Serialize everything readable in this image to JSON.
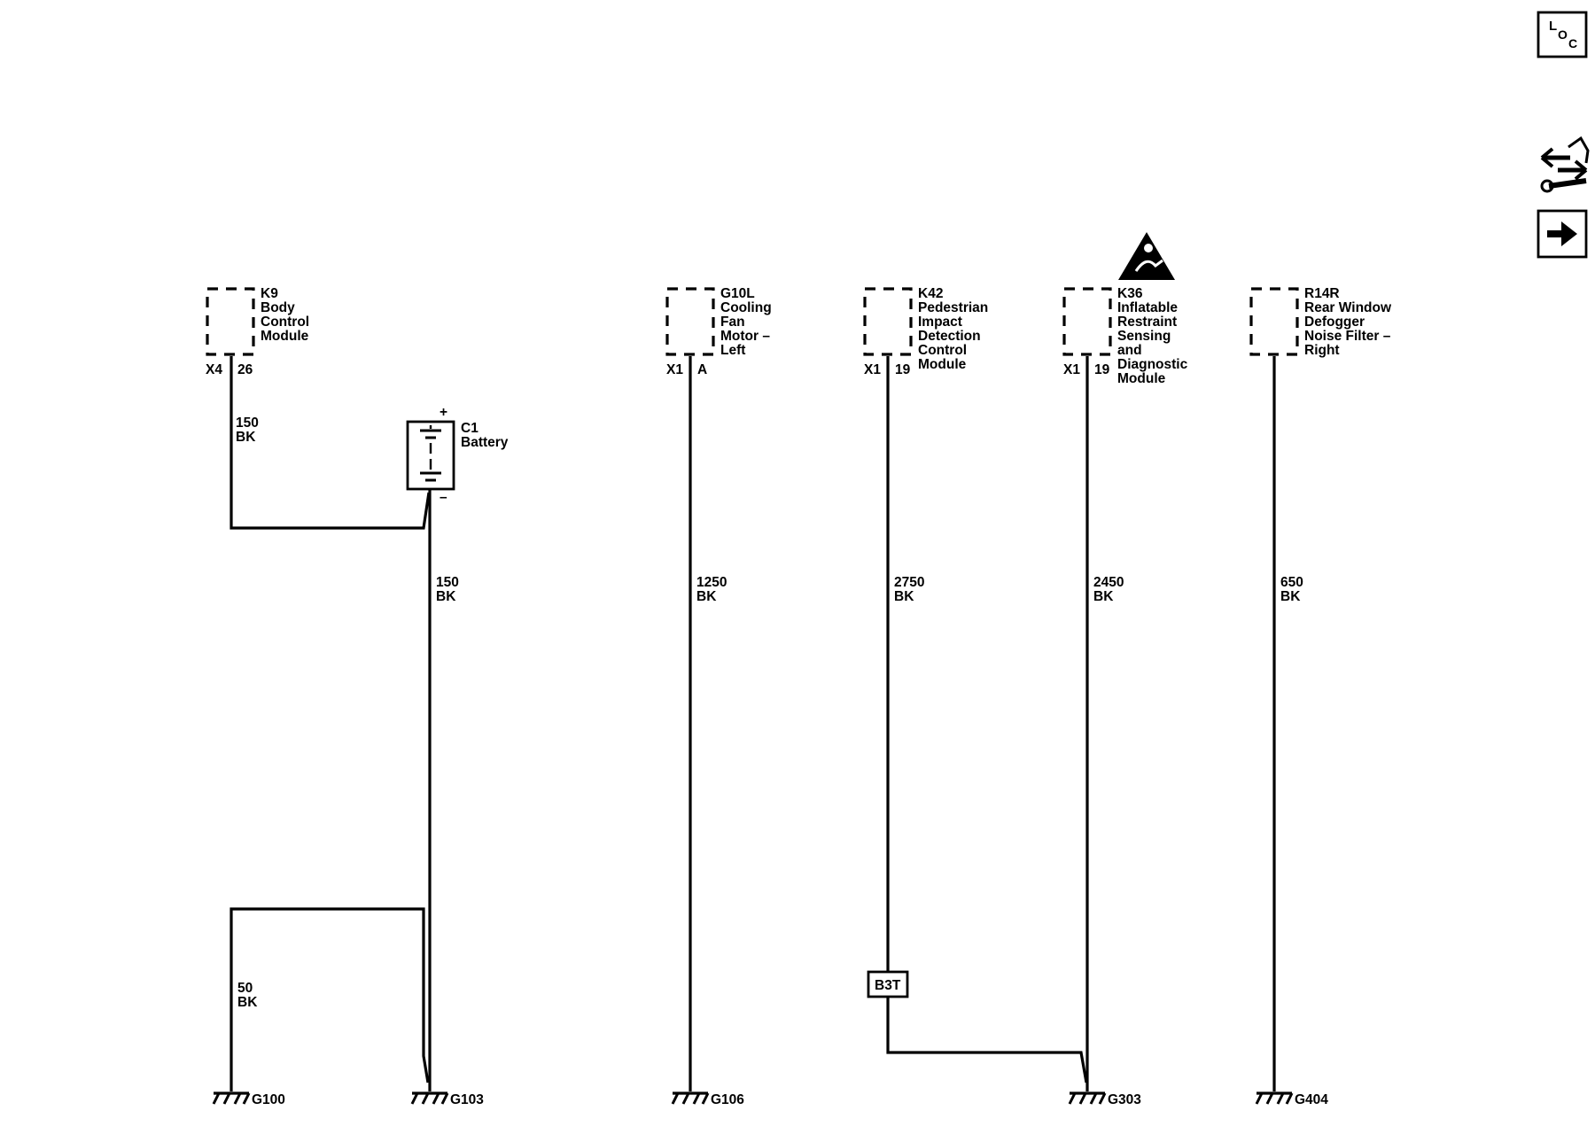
{
  "colors": {
    "line": "#000000",
    "background": "#ffffff"
  },
  "side_icons": {
    "loc": {
      "icon": "loc-icon",
      "text": "LOC"
    },
    "service": {
      "icon": "wrench-hand-icon"
    },
    "next": {
      "icon": "arrow-right-icon"
    }
  },
  "components": [
    {
      "id": "k9",
      "name_lines": [
        "K9",
        "Body",
        "Control",
        "Module"
      ],
      "connector": "X4",
      "pin": "26",
      "warning_icon": false
    },
    {
      "id": "g10l",
      "name_lines": [
        "G10L",
        "Cooling",
        "Fan",
        "Motor –",
        "Left"
      ],
      "connector": "X1",
      "pin": "A",
      "warning_icon": false
    },
    {
      "id": "k42",
      "name_lines": [
        "K42",
        "Pedestrian",
        "Impact",
        "Detection",
        "Control",
        "Module"
      ],
      "connector": "X1",
      "pin": "19",
      "warning_icon": false
    },
    {
      "id": "k36",
      "name_lines": [
        "K36",
        "Inflatable",
        "Restraint",
        "Sensing",
        "and",
        "Diagnostic",
        "Module"
      ],
      "connector": "X1",
      "pin": "19",
      "warning_icon": true,
      "warning_icon_name": "airbag-warning-icon"
    },
    {
      "id": "r14r",
      "name_lines": [
        "R14R",
        "Rear Window",
        "Defogger",
        "Noise Filter –",
        "Right"
      ],
      "connector": "",
      "pin": "",
      "warning_icon": false
    }
  ],
  "battery": {
    "name_lines": [
      "C1",
      "Battery"
    ],
    "plus": "+",
    "minus": "–"
  },
  "wires": [
    {
      "id": "k9-battery",
      "size": "150",
      "color": "BK"
    },
    {
      "id": "battery-g103",
      "size": "150",
      "color": "BK"
    },
    {
      "id": "g100-g103",
      "size": "50",
      "color": "BK"
    },
    {
      "id": "g10l-g106",
      "size": "1250",
      "color": "BK"
    },
    {
      "id": "k42-g303",
      "size": "2750",
      "color": "BK"
    },
    {
      "id": "k36-g303",
      "size": "2450",
      "color": "BK"
    },
    {
      "id": "r14r-g404",
      "size": "650",
      "color": "BK"
    }
  ],
  "splice": {
    "label": "B3T"
  },
  "grounds": [
    "G100",
    "G103",
    "G106",
    "G303",
    "G404"
  ]
}
